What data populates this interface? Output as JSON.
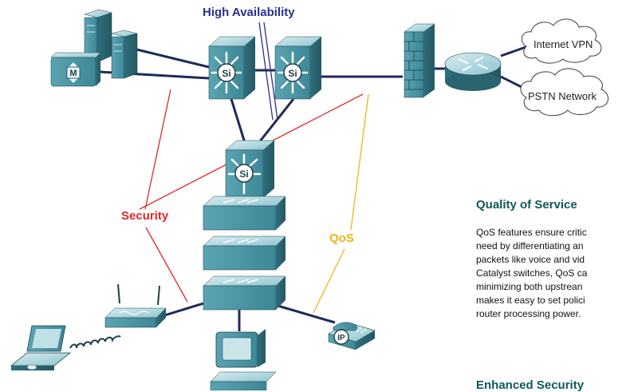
{
  "labels": {
    "high_availability": "High Availability",
    "security": "Security",
    "qos": "QoS",
    "internet_vpn": "Internet VPN",
    "pstn_network": "PSTN Network",
    "si": "Si",
    "ip": "IP",
    "m": "M"
  },
  "sidebar": {
    "qos_heading": "Quality of Service",
    "qos_lines": [
      "QoS features ensure critic",
      "need by differentiating an",
      "packets like voice and vid",
      "Catalyst switches, QoS ca",
      "minimizing both upstrean",
      "makes it easy to set polici",
      "router processing power."
    ],
    "security_heading": "Enhanced Security"
  },
  "colors": {
    "network_line": "#1e2a5a",
    "security_line": "#e3262b",
    "qos_line": "#f2b318",
    "ha_line": "#2b2f8f",
    "device_teal": "#3f8f9f",
    "heading_teal": "#0e5a58"
  }
}
